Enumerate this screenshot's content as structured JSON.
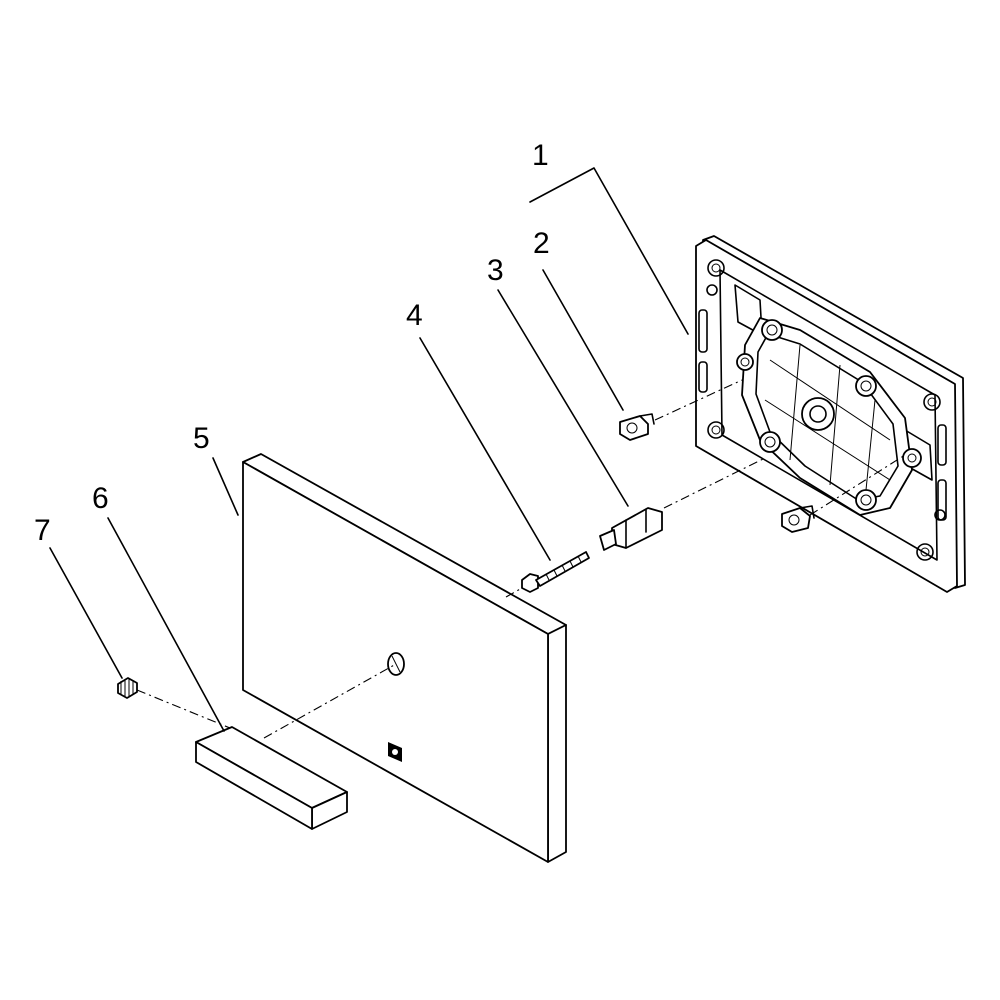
{
  "diagram": {
    "callouts": [
      {
        "id": "1",
        "text": "1"
      },
      {
        "id": "2",
        "text": "2"
      },
      {
        "id": "3",
        "text": "3"
      },
      {
        "id": "4",
        "text": "4"
      },
      {
        "id": "5",
        "text": "5"
      },
      {
        "id": "6",
        "text": "6"
      },
      {
        "id": "7",
        "text": "7"
      }
    ],
    "logo_mark": "logo-icon"
  }
}
